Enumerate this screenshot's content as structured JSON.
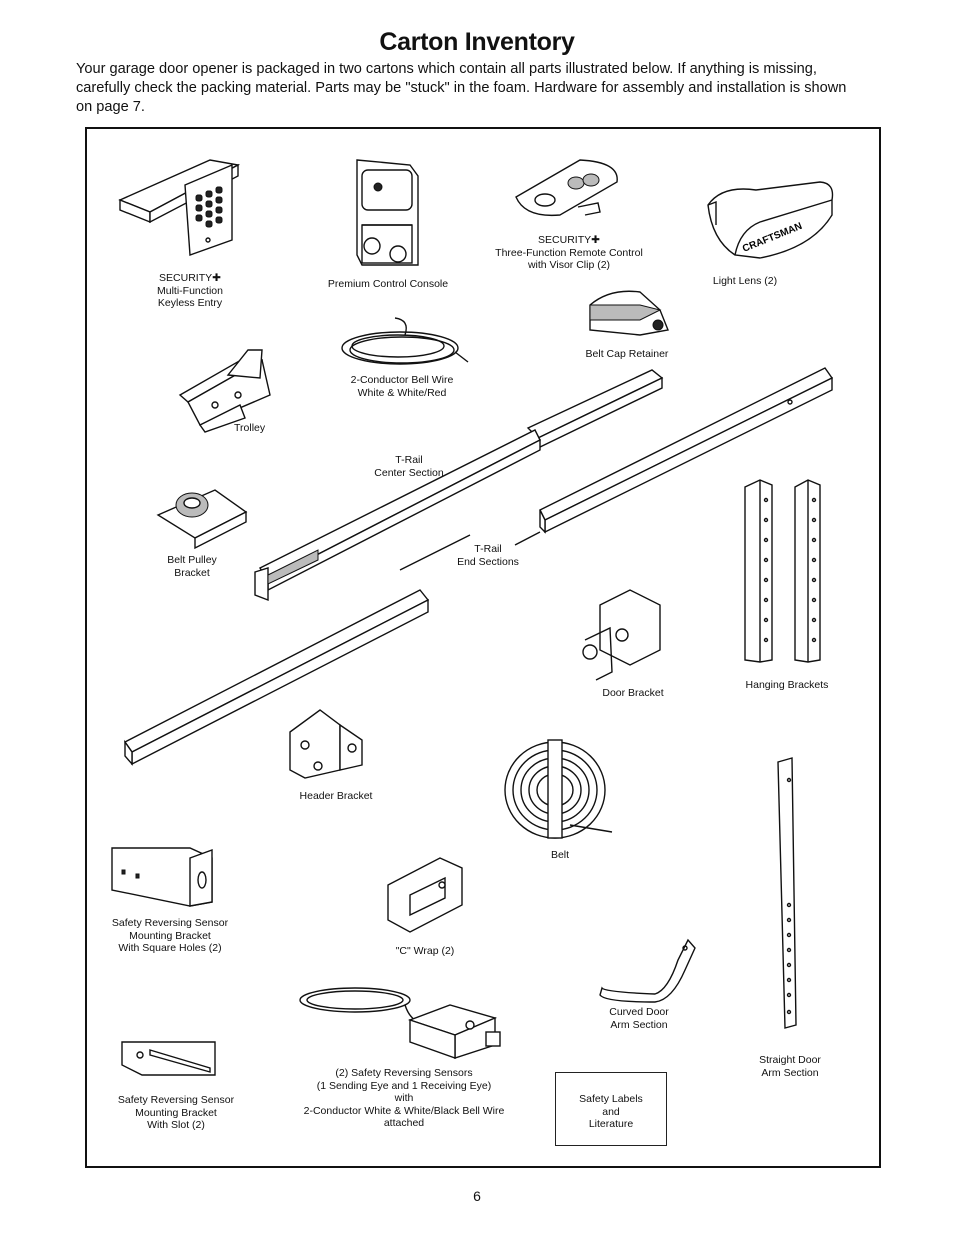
{
  "page": {
    "title": "Carton Inventory",
    "intro": "Your garage door opener is packaged in two cartons which contain all parts illustrated below. If anything is missing, carefully check the packing material. Parts may be \"stuck\" in the foam. Hardware for assembly and installation is shown on page 7.",
    "page_number": "6"
  },
  "parts": {
    "keyless_entry": [
      "SECURITY✚",
      "Multi-Function",
      "Keyless Entry"
    ],
    "control_console": [
      "Premium Control Console"
    ],
    "remote_control": [
      "SECURITY✚",
      "Three-Function Remote Control",
      "with Visor Clip (2)"
    ],
    "light_lens": [
      "Light Lens (2)"
    ],
    "light_lens_brand": "CRAFTSMAN",
    "bell_wire": [
      "2-Conductor Bell Wire",
      "White & White/Red"
    ],
    "belt_cap_retainer": [
      "Belt Cap Retainer"
    ],
    "trolley": [
      "Trolley"
    ],
    "t_rail_center": [
      "T-Rail",
      "Center Section"
    ],
    "t_rail_end": [
      "T-Rail",
      "End Sections"
    ],
    "belt_pulley_bracket": [
      "Belt Pulley",
      "Bracket"
    ],
    "door_bracket": [
      "Door Bracket"
    ],
    "hanging_brackets": [
      "Hanging Brackets"
    ],
    "header_bracket": [
      "Header Bracket"
    ],
    "belt": [
      "Belt"
    ],
    "sensor_bracket_square": [
      "Safety Reversing Sensor",
      "Mounting Bracket",
      "With Square Holes (2)"
    ],
    "c_wrap": [
      "\"C\" Wrap (2)"
    ],
    "curved_door_arm": [
      "Curved Door",
      "Arm Section"
    ],
    "straight_door_arm": [
      "Straight Door",
      "Arm Section"
    ],
    "safety_sensors": [
      "(2) Safety Reversing Sensors",
      "(1 Sending Eye and 1 Receiving Eye)",
      "with",
      "2-Conductor White & White/Black Bell Wire",
      "attached"
    ],
    "sensor_bracket_slot": [
      "Safety Reversing Sensor",
      "Mounting Bracket",
      "With Slot (2)"
    ],
    "safety_labels": [
      "Safety Labels",
      "and",
      "Literature"
    ]
  }
}
